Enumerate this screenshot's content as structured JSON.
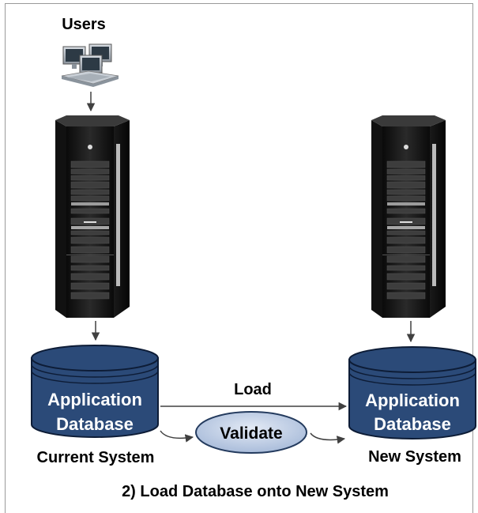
{
  "users_label": "Users",
  "current": {
    "db_line1": "Application",
    "db_line2": "Database",
    "system_label": "Current System"
  },
  "new": {
    "db_line1": "Application",
    "db_line2": "Database",
    "system_label": "New System"
  },
  "load_label": "Load",
  "validate_label": "Validate",
  "caption": "2) Load Database onto New System",
  "colors": {
    "db_fill": "#2b4a78",
    "db_stroke": "#0d1c36",
    "validate_fill": "#bccbe3",
    "arrow": "#404040"
  },
  "icons": [
    "computers-icon",
    "server-rack-icon",
    "database-icon",
    "arrow-icon"
  ]
}
